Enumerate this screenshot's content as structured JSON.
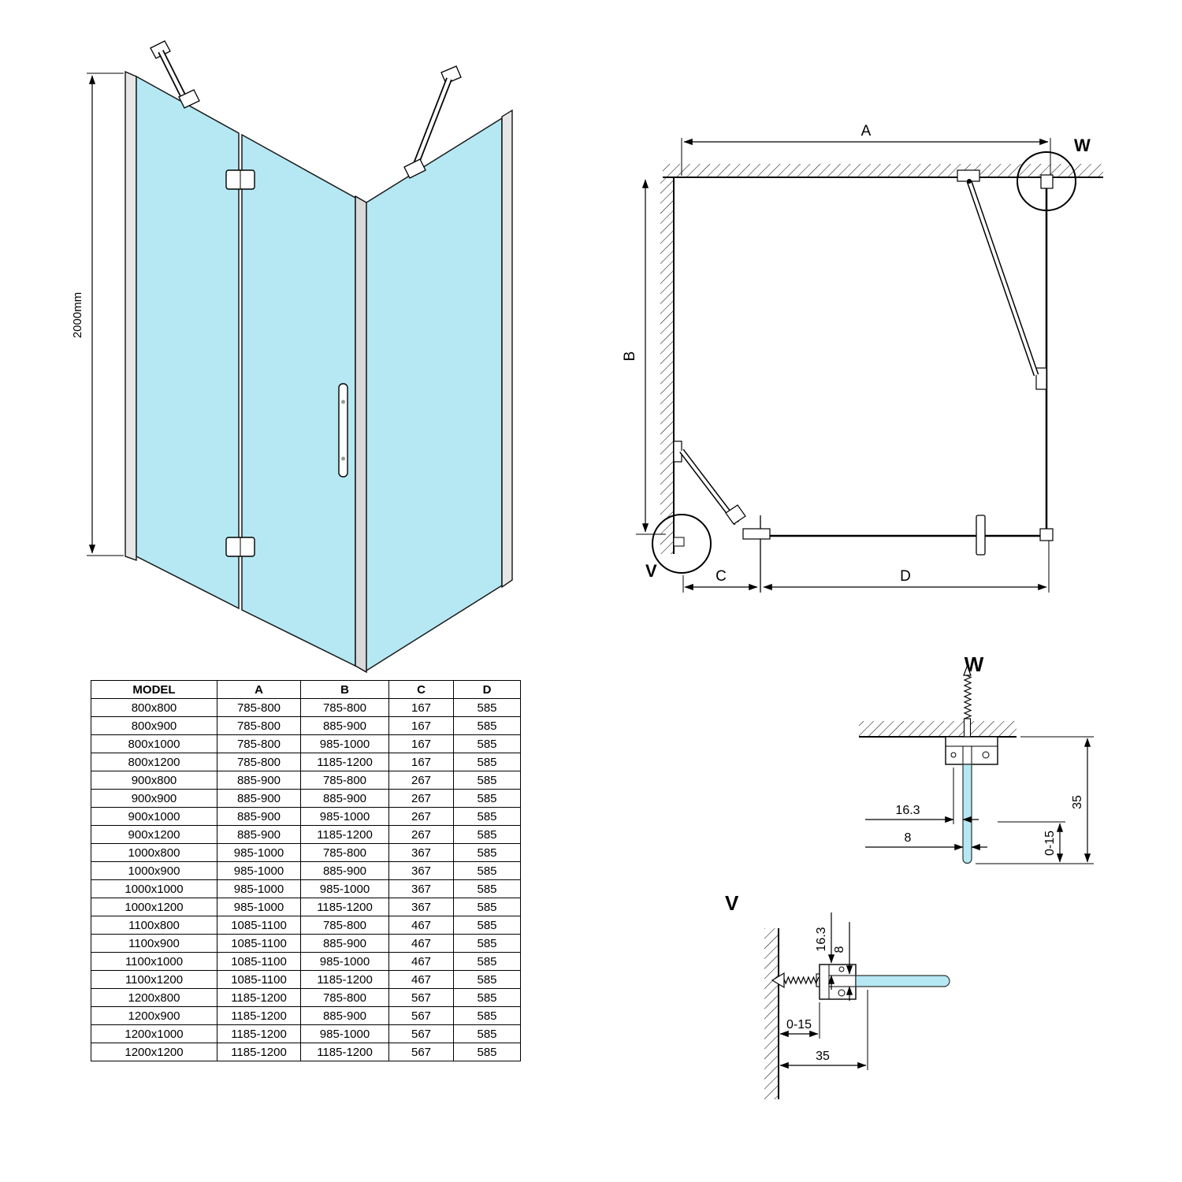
{
  "colors": {
    "glass": "#b5e8f3",
    "profile": "#e6e6e6",
    "line": "#000000",
    "background": "#ffffff"
  },
  "iso": {
    "height_label": "2000mm"
  },
  "plan": {
    "dim_a": "A",
    "dim_b": "B",
    "dim_c": "C",
    "dim_d": "D",
    "detail_w": "W",
    "detail_v": "V"
  },
  "detail_w": {
    "title": "W",
    "dim_offset": "16.3",
    "dim_glass_thickness": "8",
    "dim_adjust": "0-15",
    "dim_profile": "35"
  },
  "detail_v": {
    "title": "V",
    "dim_offset": "16.3",
    "dim_glass_thickness": "8",
    "dim_adjust": "0-15",
    "dim_profile": "35"
  },
  "table": {
    "headers": [
      "MODEL",
      "A",
      "B",
      "C",
      "D"
    ],
    "rows": [
      [
        "800x800",
        "785-800",
        "785-800",
        "167",
        "585"
      ],
      [
        "800x900",
        "785-800",
        "885-900",
        "167",
        "585"
      ],
      [
        "800x1000",
        "785-800",
        "985-1000",
        "167",
        "585"
      ],
      [
        "800x1200",
        "785-800",
        "1185-1200",
        "167",
        "585"
      ],
      [
        "900x800",
        "885-900",
        "785-800",
        "267",
        "585"
      ],
      [
        "900x900",
        "885-900",
        "885-900",
        "267",
        "585"
      ],
      [
        "900x1000",
        "885-900",
        "985-1000",
        "267",
        "585"
      ],
      [
        "900x1200",
        "885-900",
        "1185-1200",
        "267",
        "585"
      ],
      [
        "1000x800",
        "985-1000",
        "785-800",
        "367",
        "585"
      ],
      [
        "1000x900",
        "985-1000",
        "885-900",
        "367",
        "585"
      ],
      [
        "1000x1000",
        "985-1000",
        "985-1000",
        "367",
        "585"
      ],
      [
        "1000x1200",
        "985-1000",
        "1185-1200",
        "367",
        "585"
      ],
      [
        "1100x800",
        "1085-1100",
        "785-800",
        "467",
        "585"
      ],
      [
        "1100x900",
        "1085-1100",
        "885-900",
        "467",
        "585"
      ],
      [
        "1100x1000",
        "1085-1100",
        "985-1000",
        "467",
        "585"
      ],
      [
        "1100x1200",
        "1085-1100",
        "1185-1200",
        "467",
        "585"
      ],
      [
        "1200x800",
        "1185-1200",
        "785-800",
        "567",
        "585"
      ],
      [
        "1200x900",
        "1185-1200",
        "885-900",
        "567",
        "585"
      ],
      [
        "1200x1000",
        "1185-1200",
        "985-1000",
        "567",
        "585"
      ],
      [
        "1200x1200",
        "1185-1200",
        "1185-1200",
        "567",
        "585"
      ]
    ]
  }
}
